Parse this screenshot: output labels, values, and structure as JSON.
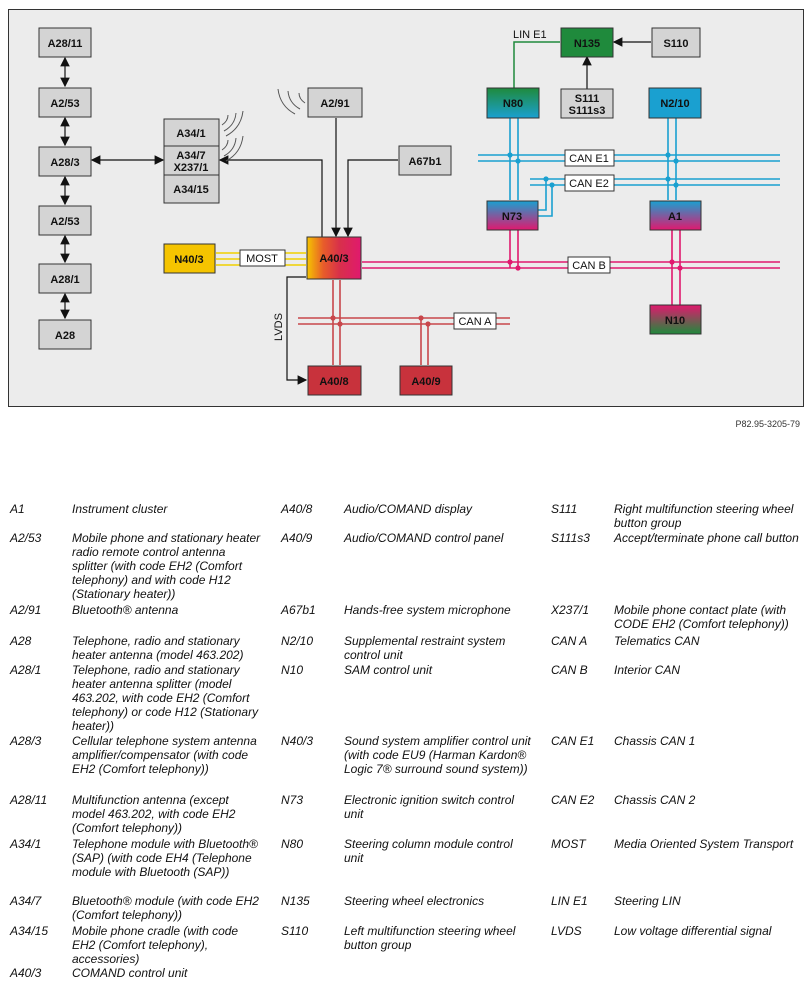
{
  "diagram": {
    "components": {
      "A28_11": "A28/11",
      "A2_53_top": "A2/53",
      "A28_3": "A28/3",
      "A2_53_bot": "A2/53",
      "A28_1": "A28/1",
      "A28": "A28",
      "A34_1": "A34/1",
      "A34_7": "A34/7",
      "X237_1": "X237/1",
      "A34_15": "A34/15",
      "A2_91": "A2/91",
      "A67b1": "A67b1",
      "N40_3": "N40/3",
      "A40_3": "A40/3",
      "A40_8": "A40/8",
      "A40_9": "A40/9",
      "N80": "N80",
      "N135": "N135",
      "S110": "S110",
      "S111": "S111",
      "S111s3": "S111s3",
      "N2_10": "N2/10",
      "N73": "N73",
      "A1": "A1",
      "N10": "N10"
    },
    "buses": {
      "lin_e1": "LIN E1",
      "can_e1": "CAN E1",
      "can_e2": "CAN E2",
      "can_b": "CAN B",
      "can_a": "CAN A",
      "most": "MOST",
      "lvds": "LVDS"
    },
    "colors": {
      "grey_box": "#d4d4d4",
      "yellow": "#f5c400",
      "green": "#1f8a3c",
      "blue": "#1aa0d0",
      "magenta": "#e0196e",
      "red": "#c8323c",
      "yellow_line": "#f0d000",
      "blue_line": "#1aa0d0",
      "magenta_line": "#e0196e",
      "red_line": "#c8464b",
      "green_line": "#1f8a3c"
    }
  },
  "caption": "P82.95-3205-79",
  "legend": {
    "col1": [
      {
        "code": "A1",
        "desc": "Instrument cluster"
      },
      {
        "code": "A2/53",
        "desc": "Mobile phone and stationary heater radio remote control antenna splitter (with code EH2 (Comfort telephony) and with code H12 (Stationary heater))"
      },
      {
        "code": "A2/91",
        "desc": "Bluetooth® antenna"
      },
      {
        "code": "A28",
        "desc": "Telephone, radio and stationary heater antenna (model 463.202)"
      },
      {
        "code": "A28/1",
        "desc": "Telephone, radio and stationary heater antenna splitter (model 463.202, with code EH2 (Comfort telephony) or code H12 (Stationary heater))"
      },
      {
        "code": "A28/3",
        "desc": "Cellular telephone system antenna amplifier/compensator (with code EH2 (Comfort telephony))"
      },
      {
        "code": "A28/11",
        "desc": "Multifunction antenna (except model 463.202, with code EH2 (Comfort telephony))"
      },
      {
        "code": "A34/1",
        "desc": "Telephone module with Bluetooth® (SAP) (with code EH4 (Telephone module with Bluetooth (SAP))"
      },
      {
        "code": "A34/7",
        "desc": "Bluetooth® module (with code EH2 (Comfort telephony))"
      },
      {
        "code": "A34/15",
        "desc": "Mobile phone cradle (with code EH2 (Comfort telephony), accessories)"
      },
      {
        "code": "A40/3",
        "desc": "COMAND control unit"
      }
    ],
    "col2": [
      {
        "code": "A40/8",
        "desc": "Audio/COMAND display"
      },
      {
        "code": "A40/9",
        "desc": "Audio/COMAND control panel"
      },
      {
        "code": "A67b1",
        "desc": "Hands-free system microphone"
      },
      {
        "code": "N2/10",
        "desc": "Supplemental restraint system control unit"
      },
      {
        "code": "N10",
        "desc": "SAM control unit"
      },
      {
        "code": "N40/3",
        "desc": "Sound system amplifier control unit (with code EU9 (Harman Kardon® Logic 7® surround sound system))"
      },
      {
        "code": "N73",
        "desc": "Electronic ignition switch control unit"
      },
      {
        "code": "N80",
        "desc": "Steering column module control unit"
      },
      {
        "code": "N135",
        "desc": "Steering wheel electronics"
      },
      {
        "code": "S110",
        "desc": "Left multifunction steering wheel button group"
      }
    ],
    "col3": [
      {
        "code": "S111",
        "desc": "Right multifunction steering wheel button group"
      },
      {
        "code": "S111s3",
        "desc": "Accept/terminate phone call button"
      },
      {
        "code": "X237/1",
        "desc": "Mobile phone contact plate (with CODE EH2 (Comfort telephony))"
      },
      {
        "code": "CAN A",
        "desc": "Telematics CAN"
      },
      {
        "code": "CAN B",
        "desc": "Interior CAN"
      },
      {
        "code": "CAN E1",
        "desc": "Chassis CAN 1"
      },
      {
        "code": "CAN E2",
        "desc": "Chassis CAN 2"
      },
      {
        "code": "MOST",
        "desc": "Media Oriented System Transport"
      },
      {
        "code": "LIN E1",
        "desc": "Steering LIN"
      },
      {
        "code": "LVDS",
        "desc": "Low voltage differential signal"
      }
    ]
  }
}
